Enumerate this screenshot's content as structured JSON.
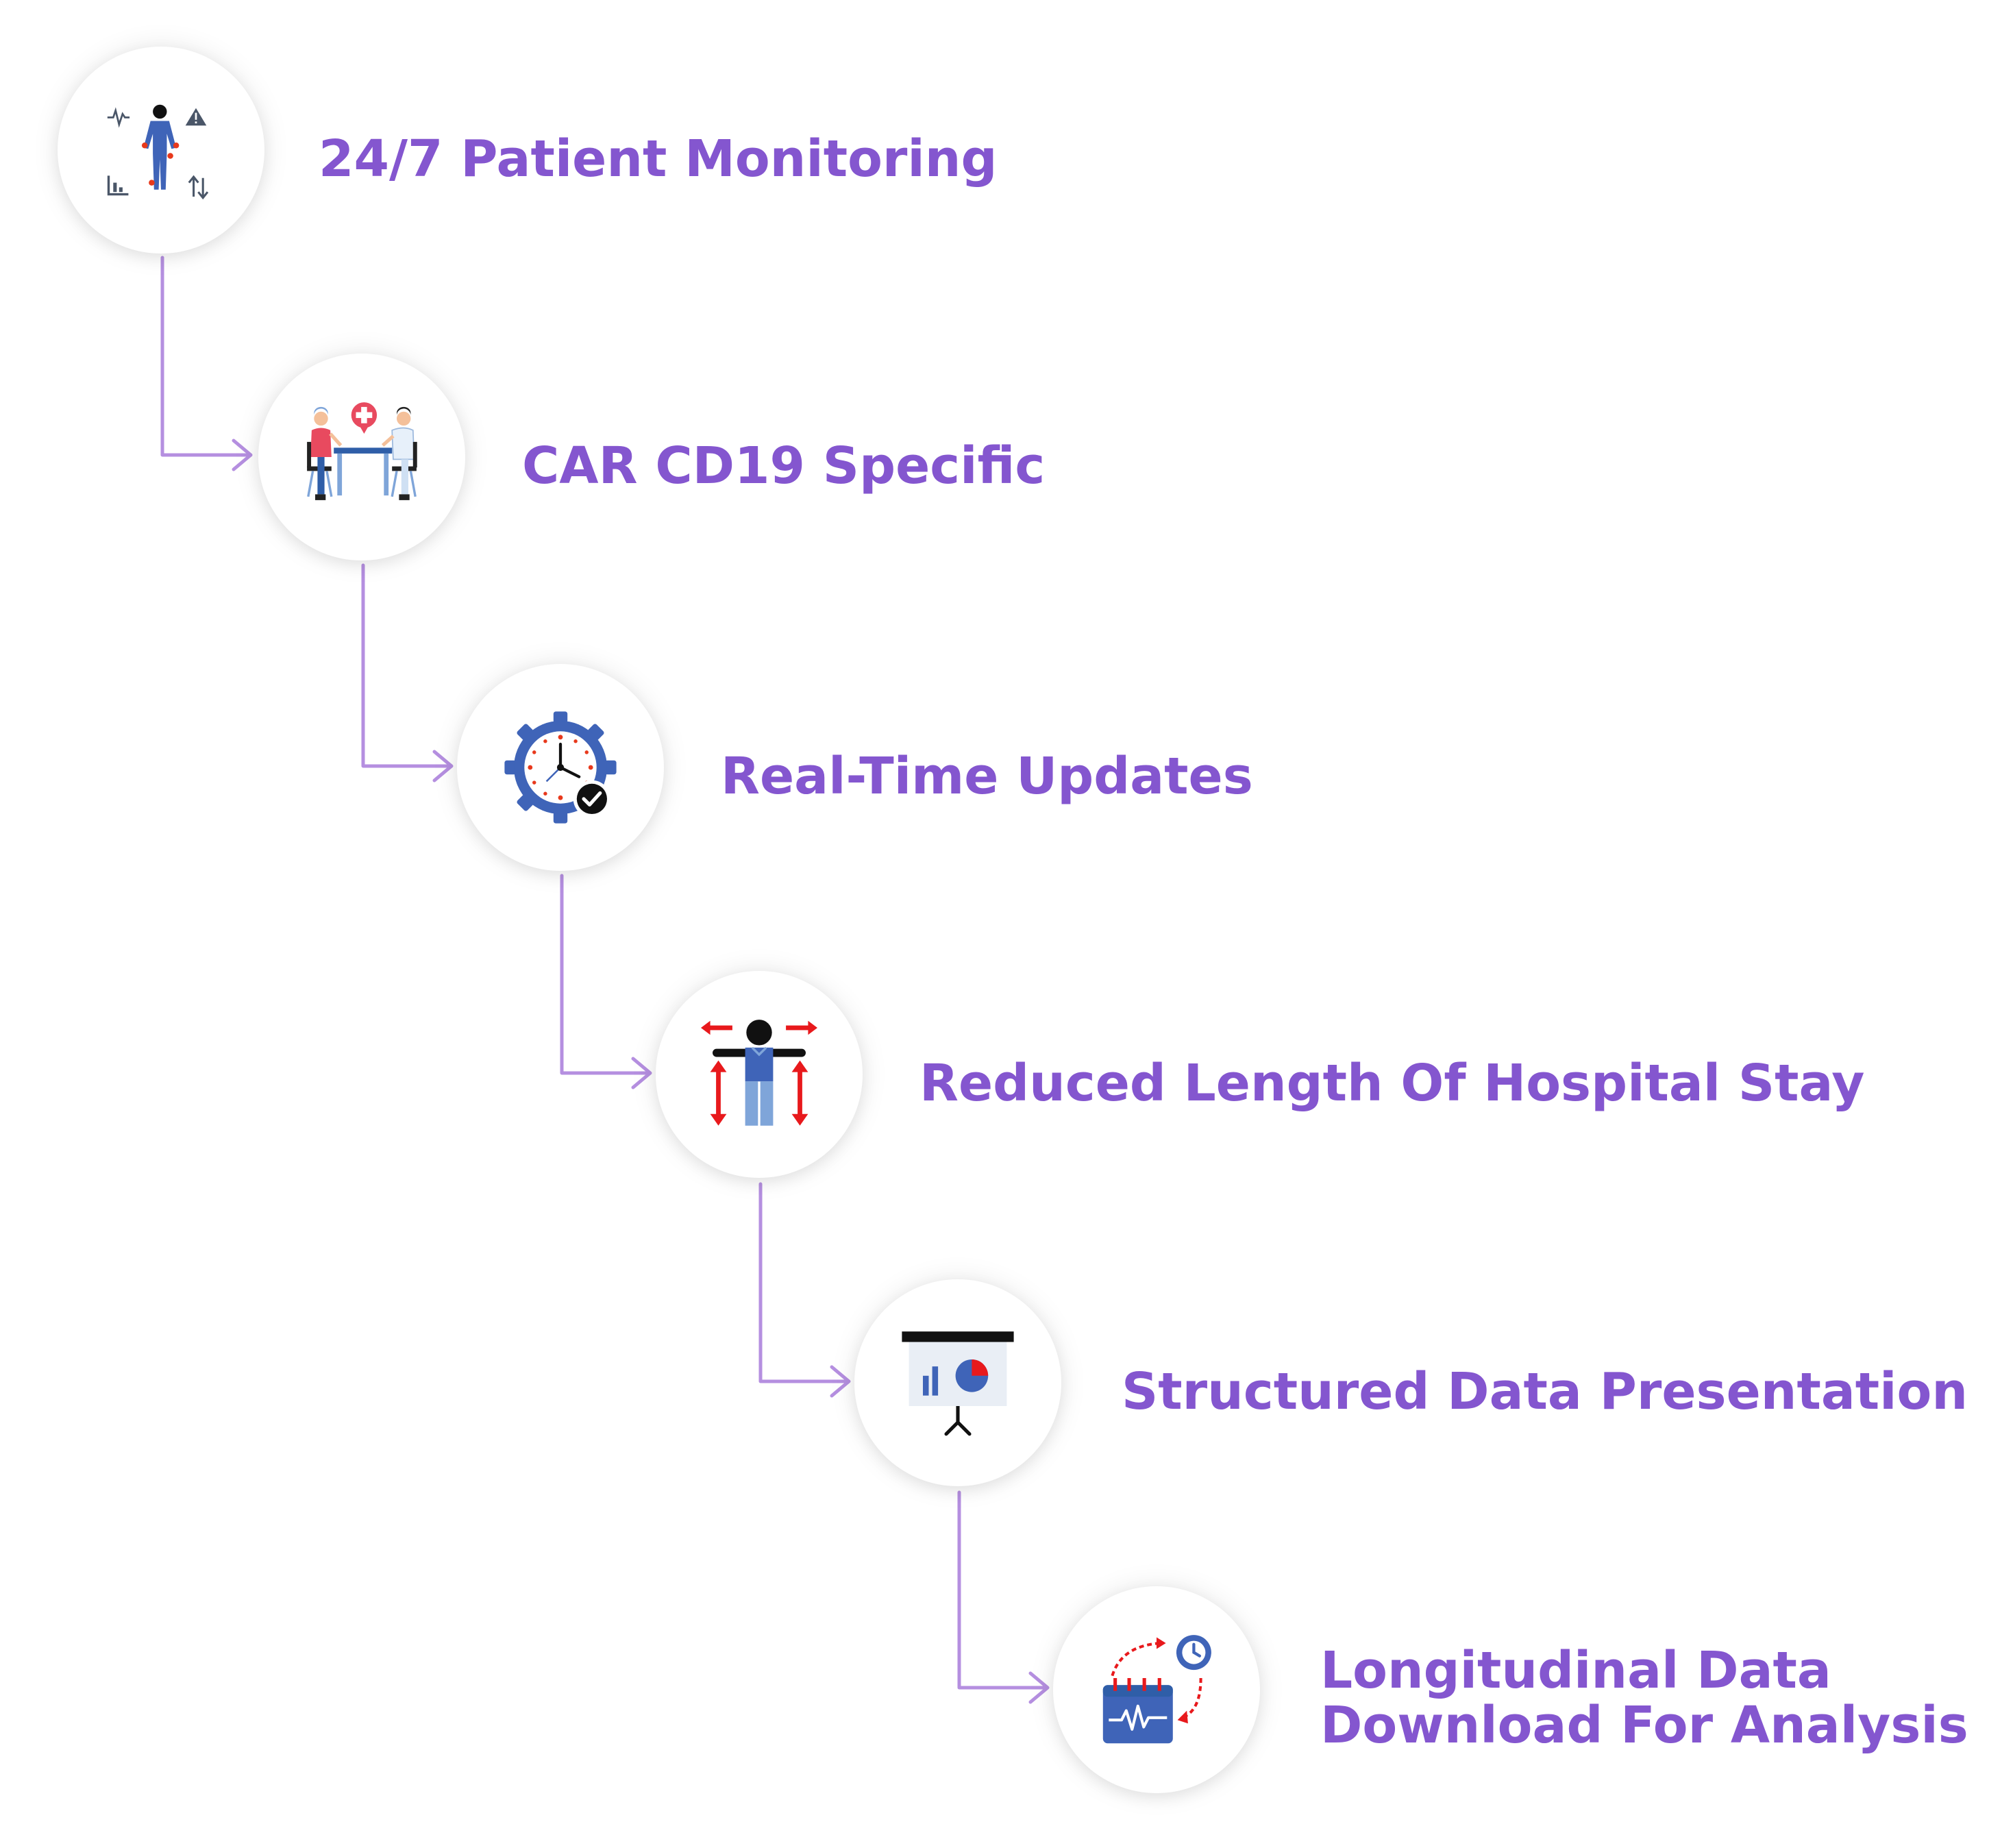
{
  "accent_color": "#8456cf",
  "connector_color": "#b58fe0",
  "steps": [
    {
      "label_lines": [
        "24/7 Patient Monitoring"
      ],
      "icon": "patient-monitoring-icon"
    },
    {
      "label_lines": [
        "CAR CD19 Specific"
      ],
      "icon": "doctor-consultation-icon"
    },
    {
      "label_lines": [
        "Real-Time Updates"
      ],
      "icon": "clock-gear-check-icon"
    },
    {
      "label_lines": [
        "Reduced Length Of Hospital Stay"
      ],
      "icon": "person-stretch-arrows-icon"
    },
    {
      "label_lines": [
        "Structured Data Presentation"
      ],
      "icon": "presentation-board-chart-icon"
    },
    {
      "label_lines": [
        "Longitudinal Data",
        "Download For Analysis"
      ],
      "icon": "calendar-sync-clock-icon"
    }
  ]
}
